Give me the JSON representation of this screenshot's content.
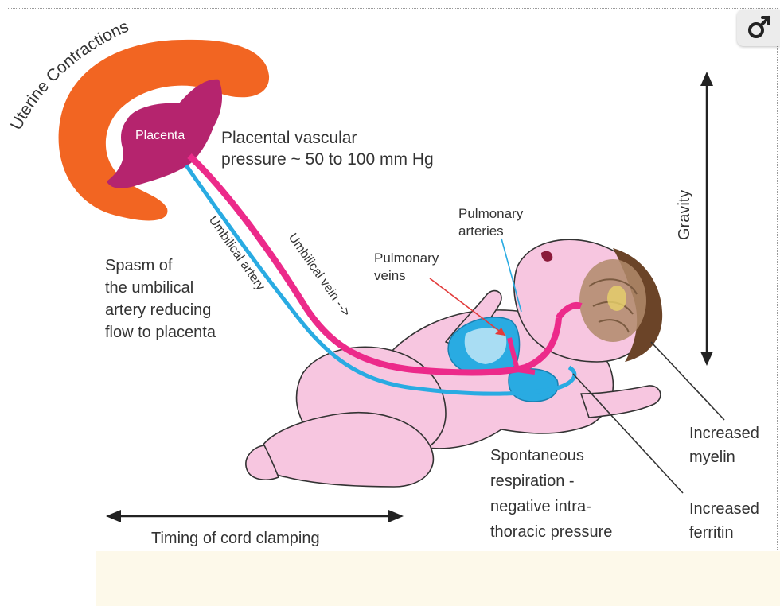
{
  "labels": {
    "uterine_contractions": "Uterine Contractions",
    "placenta": "Placenta",
    "placental_pressure": "Placental vascular\npressure ~ 50 to 100 mm Hg",
    "umbilical_artery": "Umbilical artery",
    "umbilical_vein": "Umbilical vein -->",
    "spasm": "Spasm of\nthe umbilical\nartery reducing\nflow to placenta",
    "pulmonary_arteries": "Pulmonary\narteries",
    "pulmonary_veins": "Pulmonary\nveins",
    "gravity": "Gravity",
    "increased_myelin": "Increased\nmyelin",
    "increased_ferritin": "Increased\nferritin",
    "spontaneous_respiration": "Spontaneous\nrespiration -\nnegative intra-\nthoracic pressure",
    "timing": "Timing of cord clamping"
  },
  "colors": {
    "uterus": "#f26522",
    "placenta": "#b5246e",
    "vein": "#ec2a8a",
    "artery": "#29abe2",
    "skin": "#f7c6e0",
    "brain": "#b08a6a",
    "hair": "#6b4428",
    "text": "#333333"
  },
  "toolbar": {
    "icon": "sort-icon"
  }
}
